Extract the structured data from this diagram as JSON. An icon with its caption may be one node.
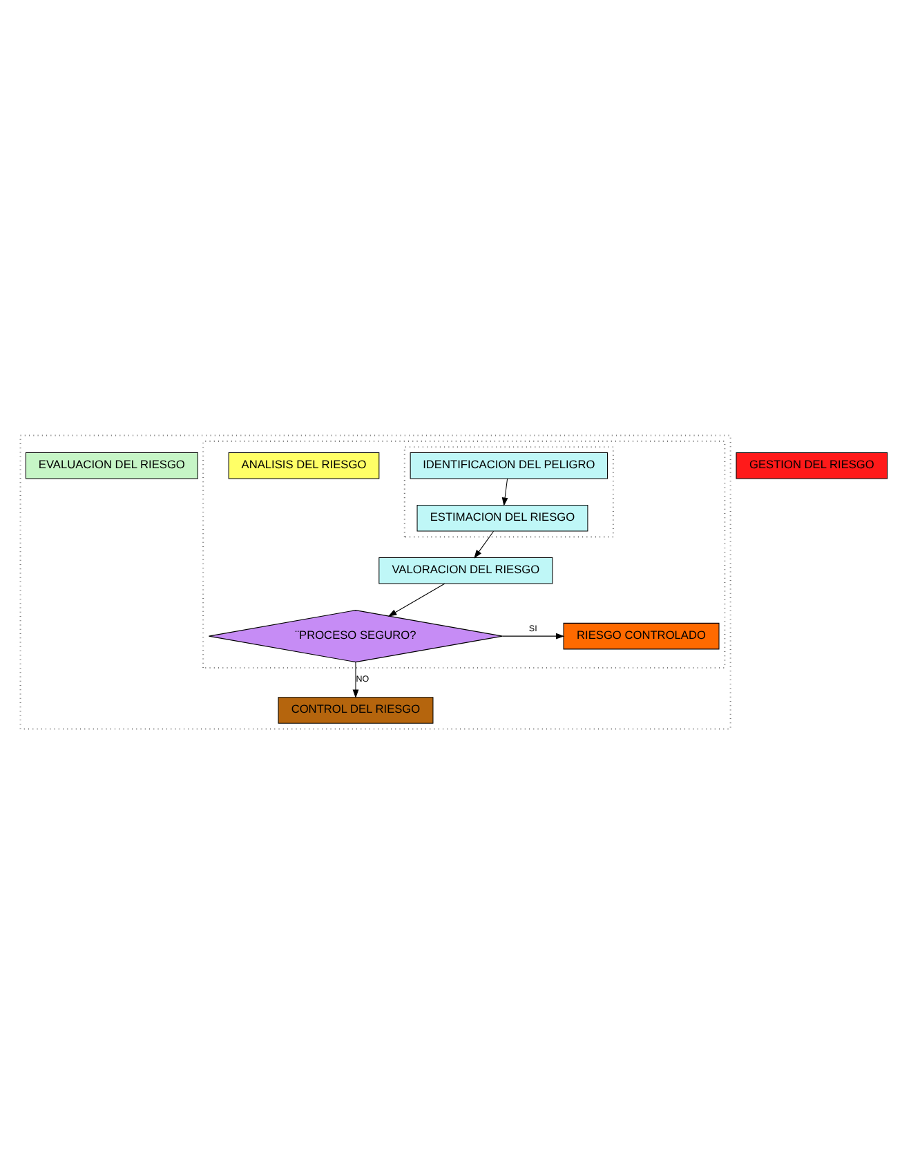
{
  "diagram": {
    "nodes": [
      {
        "text": [],
        "shape": "box"
      },
      {
        "text": [],
        "shape": "box",
        "in": 0
      },
      {
        "text": [],
        "shape": "box",
        "in": 1
      },
      {
        "text": [
          "IDENTIFICACION DEL PELIGRO"
        ],
        "in": 2
      },
      {
        "text": [
          "ANALISIS DEL RIESGO"
        ],
        "in": 1
      },
      {
        "text": [
          "ESTIMACION DEL RIESGO"
        ],
        "in": 2
      },
      {
        "text": [
          "EVALUACION DEL RIESGO"
        ],
        "in": 0
      },
      {
        "text": [
          "VALORACION DEL RIESGO"
        ],
        "in": 1
      },
      {
        "text": [
          "¨PROCESO SEGURO?"
        ],
        "in": 1
      },
      {
        "text": [
          "RIESGO CONTROLADO"
        ],
        "in": 1
      },
      {
        "text": [
          "GESTION DEL RIESGO"
        ]
      },
      {
        "text": [
          "CONTROL DEL RIESGO"
        ],
        "in": 0
      }
    ],
    "edges": [
      {
        "from": 3,
        "to": 5,
        "arrow": "to"
      },
      {
        "from": 5,
        "to": 7,
        "arrow": "to"
      },
      {
        "from": 7,
        "to": 8,
        "arrow": "to"
      },
      {
        "from": 8,
        "to": 9,
        "arrow": "to",
        "label": "SI"
      },
      {
        "from": 8,
        "to": 11,
        "arrow": "to",
        "label": "NO"
      }
    ]
  }
}
